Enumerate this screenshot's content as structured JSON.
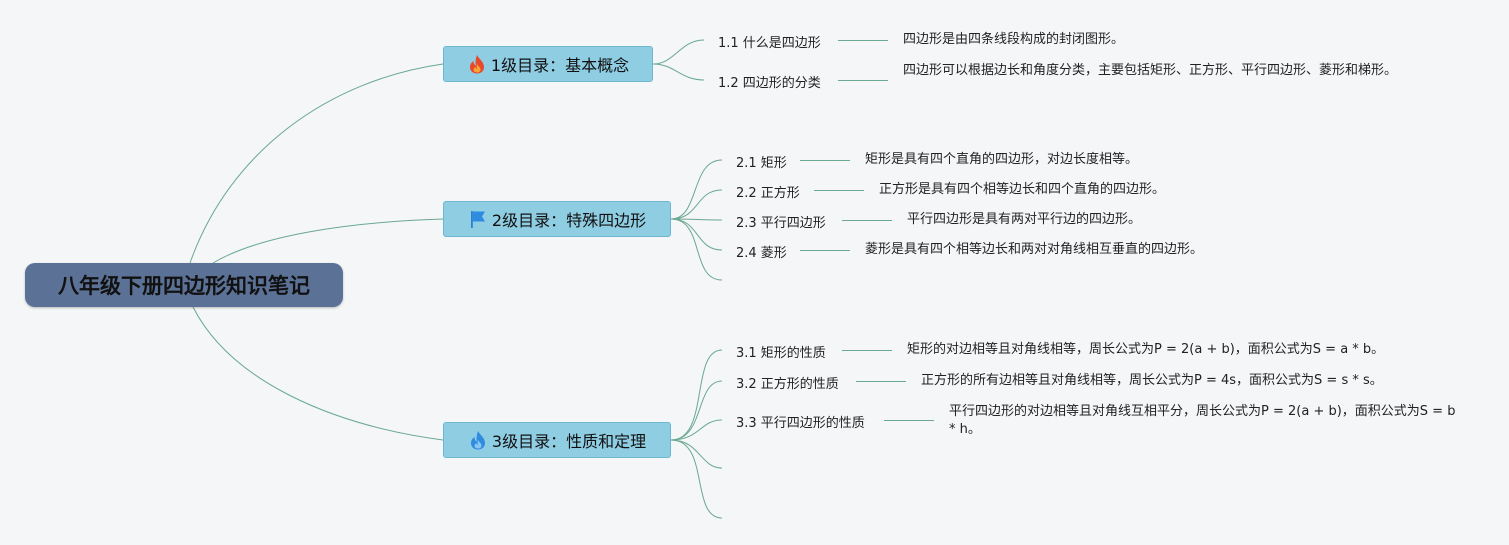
{
  "colors": {
    "root_bg": "#5b7196",
    "branch_bg": "#8fcde3",
    "line": "#6aa88f",
    "background": "#f4f6f8"
  },
  "root": {
    "title": "八年级下册四边形知识笔记"
  },
  "branches": [
    {
      "label": "1级目录：基本概念",
      "icon": "fire-icon",
      "topics": [
        {
          "title": "1.1 什么是四边形",
          "note": "四边形是由四条线段构成的封闭图形。"
        },
        {
          "title": "1.2 四边形的分类",
          "note": "四边形可以根据边长和角度分类，主要包括矩形、正方形、平行四边形、菱形和梯形。"
        }
      ]
    },
    {
      "label": "2级目录：特殊四边形",
      "icon": "flag-icon",
      "topics": [
        {
          "title": "2.1 矩形",
          "note": "矩形是具有四个直角的四边形，对边长度相等。"
        },
        {
          "title": "2.2 正方形",
          "note": "正方形是具有四个相等边长和四个直角的四边形。"
        },
        {
          "title": "2.3 平行四边形",
          "note": "平行四边形是具有两对平行边的四边形。"
        },
        {
          "title": "2.4 菱形",
          "note": "菱形是具有四个相等边长和两对对角线相互垂直的四边形。"
        }
      ]
    },
    {
      "label": "3级目录：性质和定理",
      "icon": "water-drop-icon",
      "topics": [
        {
          "title": "3.1 矩形的性质",
          "note": "矩形的对边相等且对角线相等，周长公式为P = 2(a + b)，面积公式为S = a * b。"
        },
        {
          "title": "3.2 正方形的性质",
          "note": "正方形的所有边相等且对角线相等，周长公式为P = 4s，面积公式为S = s * s。"
        },
        {
          "title": "3.3 平行四边形的性质",
          "note": "平行四边形的对边相等且对角线互相平分，周长公式为P = 2(a + b)，面积公式为S = b * h。"
        }
      ]
    }
  ]
}
